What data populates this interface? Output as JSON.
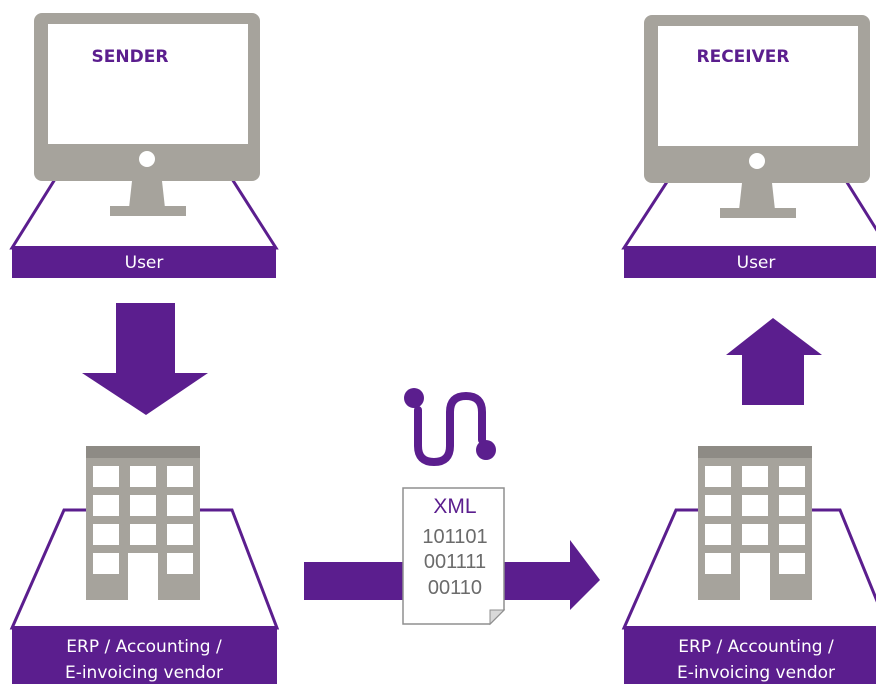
{
  "colors": {
    "purple": "#5b1e8e",
    "gray": "#a6a39c",
    "dark_gray": "#8e8b85",
    "window_gray": "#8f8f8f",
    "white": "#ffffff"
  },
  "sender": {
    "title": "SENDER",
    "user_label": "User",
    "vendor_label_line1": "ERP / Accounting /",
    "vendor_label_line2": "E-invoicing vendor"
  },
  "receiver": {
    "title": "RECEIVER",
    "user_label": "User",
    "vendor_label_line1": "ERP / Accounting /",
    "vendor_label_line2": "E-invoicing vendor"
  },
  "document": {
    "title": "XML",
    "lines": [
      "101101",
      "001111",
      "00110"
    ]
  },
  "icons": {
    "sender_monitor": "monitor-icon",
    "receiver_monitor": "monitor-icon",
    "sender_building": "building-icon",
    "receiver_building": "building-icon",
    "route": "route-icon",
    "document": "document-icon",
    "down_arrow": "arrow-down-icon",
    "up_arrow": "arrow-up-icon",
    "right_arrow": "arrow-right-icon"
  }
}
